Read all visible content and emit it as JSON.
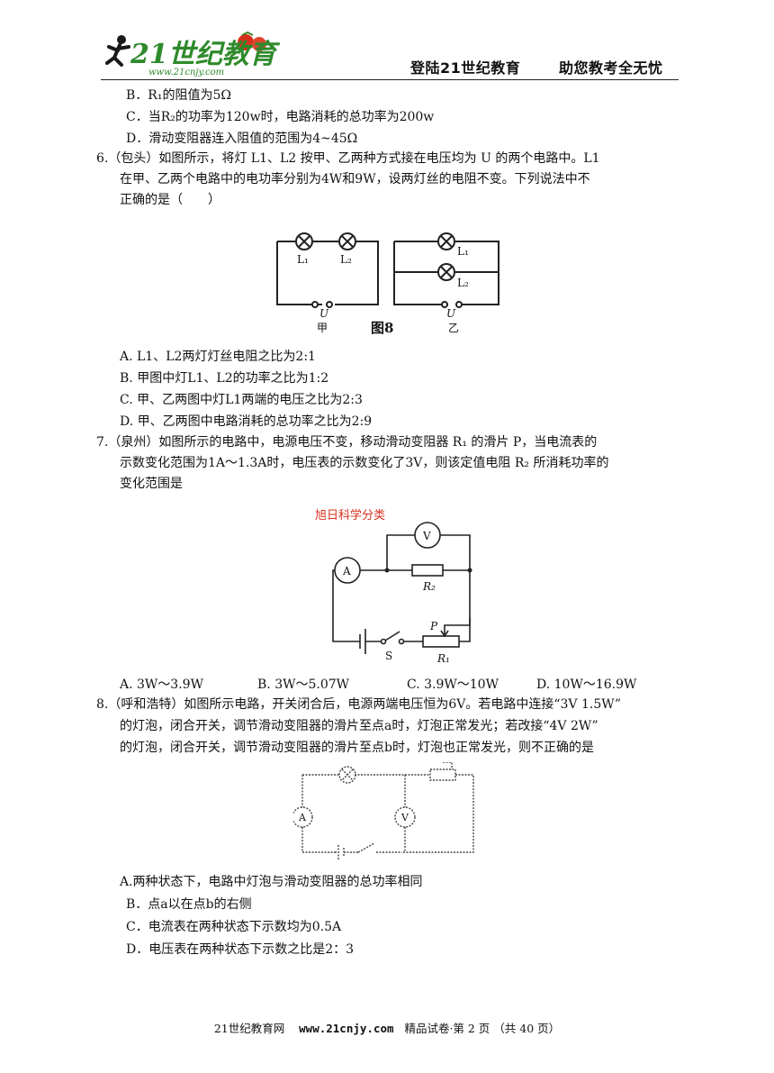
{
  "header": {
    "logo_text": "21世纪教育",
    "logo_url": "www.21cnjy.com",
    "slogan_left": "登陆21世纪教育",
    "slogan_right": "助您教考全无忧"
  },
  "prev_options": {
    "b": "B．R₁的阻值为5Ω",
    "c": "C．当R₂的功率为120w时，电路消耗的总功率为200w",
    "d": "D．滑动变阻器连入阻值的范围为4~45Ω"
  },
  "q6": {
    "line1": "6.（包头）如图所示，将灯 L1、L2 按甲、乙两种方式接在电压均为 U 的两个电路中。L1",
    "line2": "在甲、乙两个电路中的电功率分别为4W和9W，设两灯丝的电阻不变。下列说法中不",
    "line3": "正确的是（　　）",
    "figure": {
      "l1": "L₁",
      "l2": "L₂",
      "u": "U",
      "jia": "甲",
      "yi": "乙",
      "caption": "图8"
    },
    "options": {
      "a": "A. L1、L2两灯灯丝电阻之比为2:1",
      "b": "B. 甲图中灯L1、L2的功率之比为1:2",
      "c": "C. 甲、乙两图中灯L1两端的电压之比为2:3",
      "d": "D. 甲、乙两图中电路消耗的总功率之比为2:9"
    }
  },
  "q7": {
    "line1": "7.（泉州）如图所示的电路中，电源电压不变，移动滑动变阻器 R₁ 的滑片 P，当电流表的",
    "line2": "示数变化范围为1A～1.3A时，电压表的示数变化了3V，则该定值电阻 R₂ 所消耗功率的",
    "line3": "变化范围是",
    "figure": {
      "watermark": "旭日科学分类",
      "v": "V",
      "a": "A",
      "r2": "R₂",
      "r1": "R₁",
      "p": "P",
      "s": "S"
    },
    "options": {
      "a": "A. 3W～3.9W",
      "b": "B. 3W～5.07W",
      "c": "C. 3.9W～10W",
      "d": "D. 10W～16.9W"
    }
  },
  "q8": {
    "line1": "8.（呼和浩特）如图所示电路，开关闭合后，电源两端电压恒为6V。若电路中连接“3V  1.5W”",
    "line2": "的灯泡，闭合开关，调节滑动变阻器的滑片至点a时，灯泡正常发光；若改接“4V 2W”",
    "line3": "的灯泡，闭合开关，调节滑动变阻器的滑片至点b时，灯泡也正常发光，则不正确的是",
    "figure": {
      "a": "A",
      "v": "V"
    },
    "options": {
      "a": "A.两种状态下，电路中灯泡与滑动变阻器的总功率相同",
      "b": "B．点a以在点b的右侧",
      "c": "C．电流表在两种状态下示数均为0.5A",
      "d": "D．电压表在两种状态下示数之比是2：3"
    }
  },
  "footer": {
    "site": "21世纪教育网",
    "url": "www.21cnjy.com",
    "info": "精品试卷·第 2 页 （共 40 页）"
  }
}
